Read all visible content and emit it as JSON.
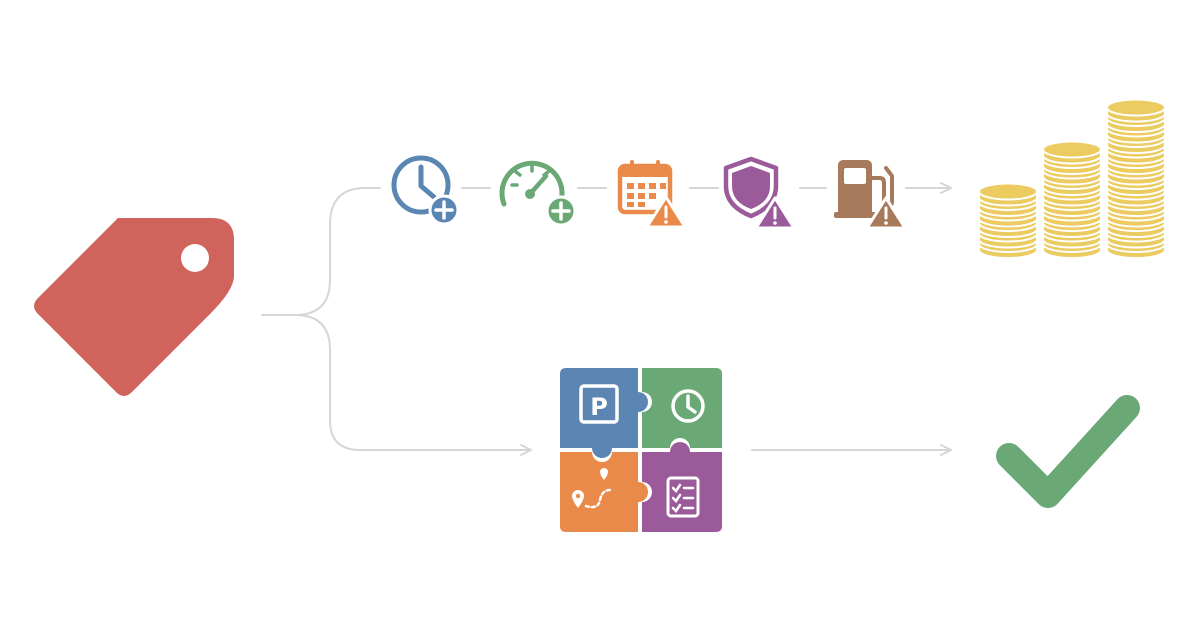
{
  "colors": {
    "tag": "#d0635c",
    "connector": "#d6d6d6",
    "blue": "#5b86b4",
    "green": "#6aa875",
    "orange": "#e98a4a",
    "purple": "#9b5a9a",
    "brown": "#a87a5c",
    "warning": "#e98a4a",
    "coin": "#eccb61",
    "coin_stroke": "#ffffff",
    "check": "#6aa875"
  },
  "tag": {
    "icon": "price-tag-icon"
  },
  "top_path": {
    "icons": [
      {
        "icon": "clock-icon",
        "badge": "plus-badge-icon",
        "color": "blue"
      },
      {
        "icon": "speedometer-icon",
        "badge": "plus-badge-icon",
        "color": "green"
      },
      {
        "icon": "calendar-icon",
        "badge": "warning-badge-icon",
        "color": "orange"
      },
      {
        "icon": "shield-icon",
        "badge": "warning-badge-icon",
        "color": "purple"
      },
      {
        "icon": "fuel-pump-icon",
        "badge": "warning-badge-icon",
        "color": "brown"
      }
    ],
    "result": {
      "icon": "coin-stacks-icon"
    }
  },
  "bottom_path": {
    "puzzle": {
      "icon": "puzzle-icon",
      "pieces": [
        {
          "icon": "parking-icon",
          "text": "P",
          "color": "blue"
        },
        {
          "icon": "clock-icon",
          "color": "green"
        },
        {
          "icon": "route-pin-icon",
          "color": "orange"
        },
        {
          "icon": "checklist-icon",
          "color": "purple"
        }
      ]
    },
    "result": {
      "icon": "checkmark-icon"
    }
  }
}
